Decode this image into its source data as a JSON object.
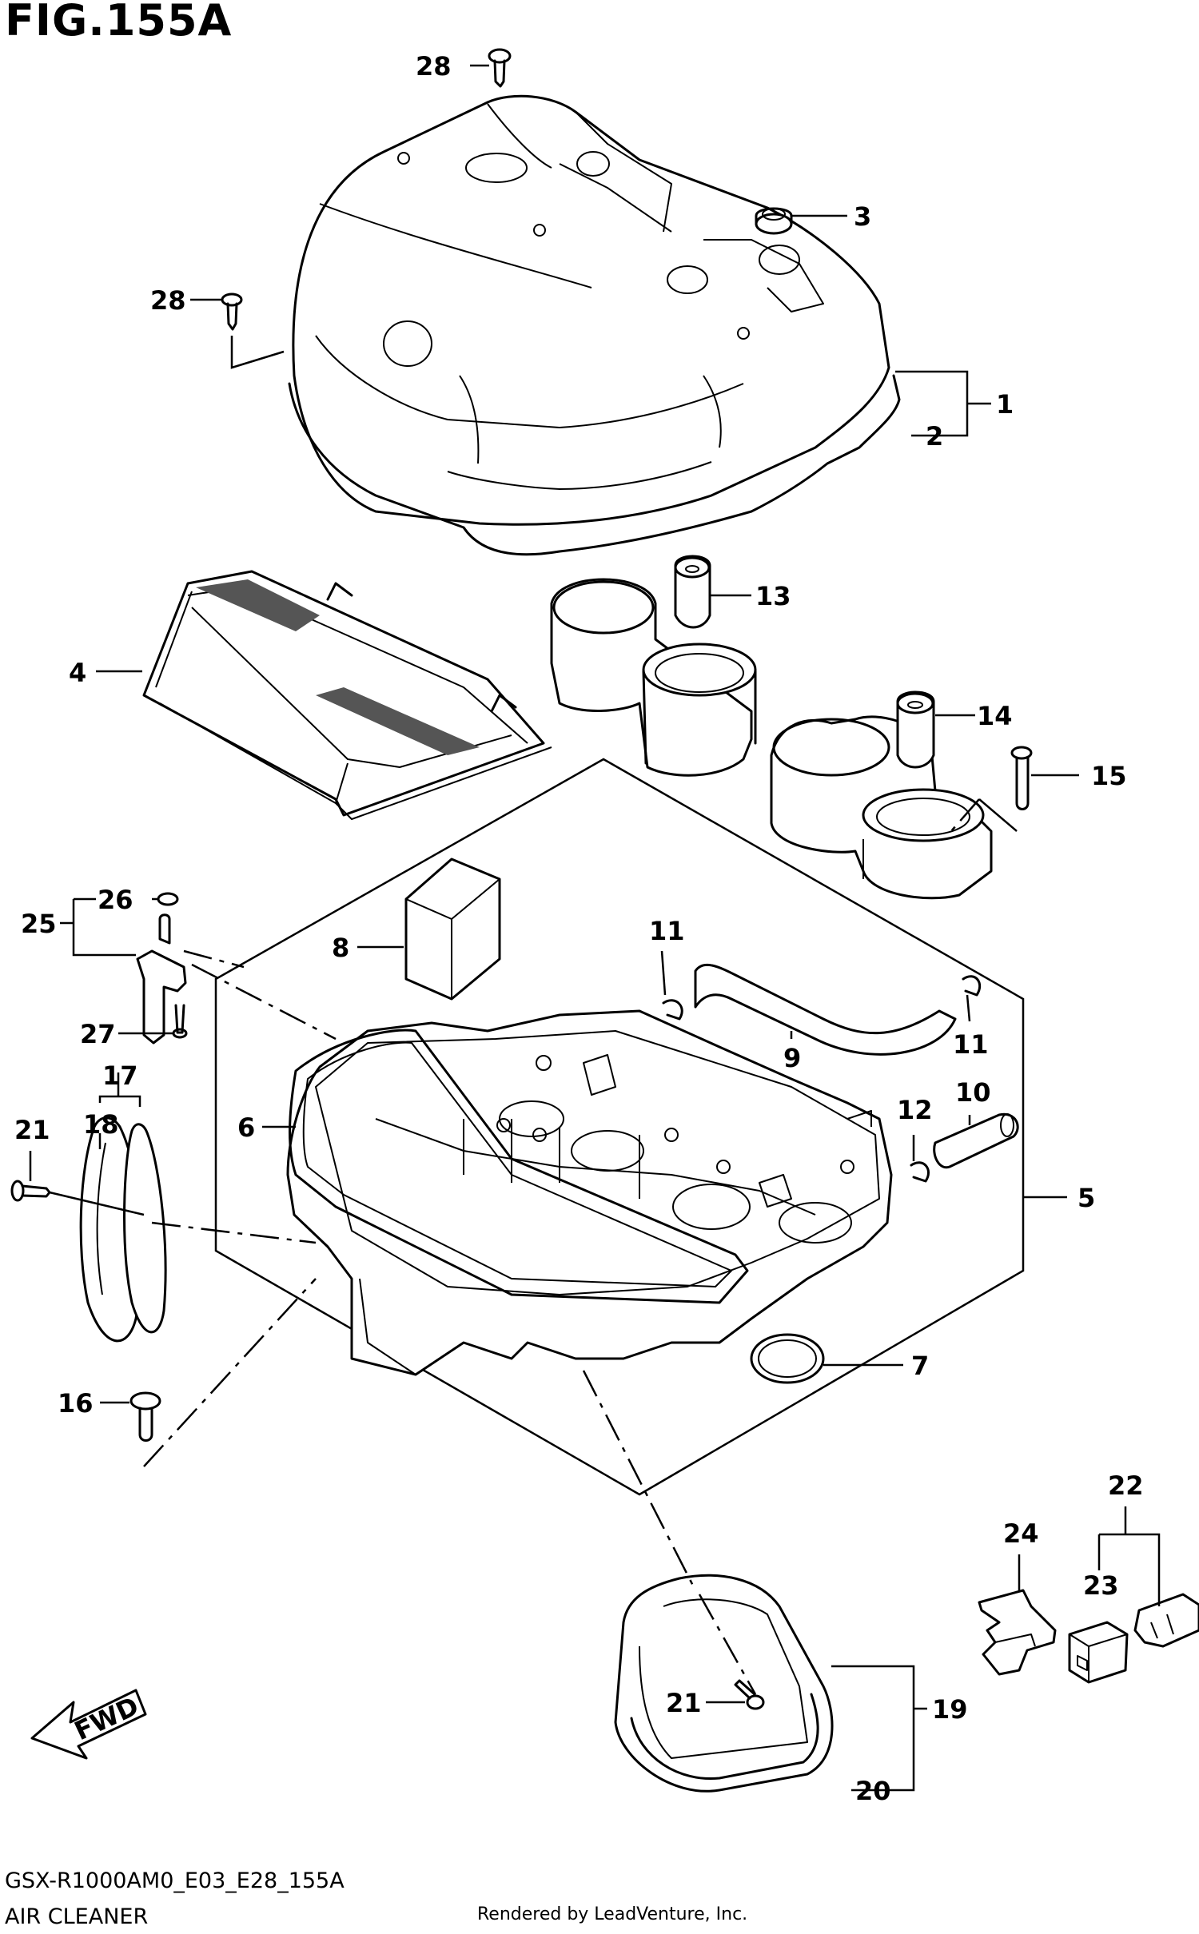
{
  "figure": {
    "title": "FIG.155A",
    "model_code": "GSX-R1000AM0_E03_E28_155A",
    "section": "AIR CLEANER",
    "credit": "Rendered by LeadVenture, Inc.",
    "fwd_label": "FWD"
  },
  "callouts": [
    {
      "id": "c28a",
      "label": "28"
    },
    {
      "id": "c3",
      "label": "3"
    },
    {
      "id": "c28b",
      "label": "28"
    },
    {
      "id": "c1",
      "label": "1"
    },
    {
      "id": "c2",
      "label": "2"
    },
    {
      "id": "c4",
      "label": "4"
    },
    {
      "id": "c13",
      "label": "13"
    },
    {
      "id": "c14",
      "label": "14"
    },
    {
      "id": "c15",
      "label": "15"
    },
    {
      "id": "c26",
      "label": "26"
    },
    {
      "id": "c25",
      "label": "25"
    },
    {
      "id": "c8",
      "label": "8"
    },
    {
      "id": "c11a",
      "label": "11"
    },
    {
      "id": "c27",
      "label": "27"
    },
    {
      "id": "c9",
      "label": "9"
    },
    {
      "id": "c11b",
      "label": "11"
    },
    {
      "id": "c17",
      "label": "17"
    },
    {
      "id": "c10",
      "label": "10"
    },
    {
      "id": "c21a",
      "label": "21"
    },
    {
      "id": "c18",
      "label": "18"
    },
    {
      "id": "c6",
      "label": "6"
    },
    {
      "id": "c12",
      "label": "12"
    },
    {
      "id": "c5",
      "label": "5"
    },
    {
      "id": "c7",
      "label": "7"
    },
    {
      "id": "c16",
      "label": "16"
    },
    {
      "id": "c22",
      "label": "22"
    },
    {
      "id": "c24",
      "label": "24"
    },
    {
      "id": "c23",
      "label": "23"
    },
    {
      "id": "c21b",
      "label": "21"
    },
    {
      "id": "c19",
      "label": "19"
    },
    {
      "id": "c20",
      "label": "20"
    }
  ]
}
